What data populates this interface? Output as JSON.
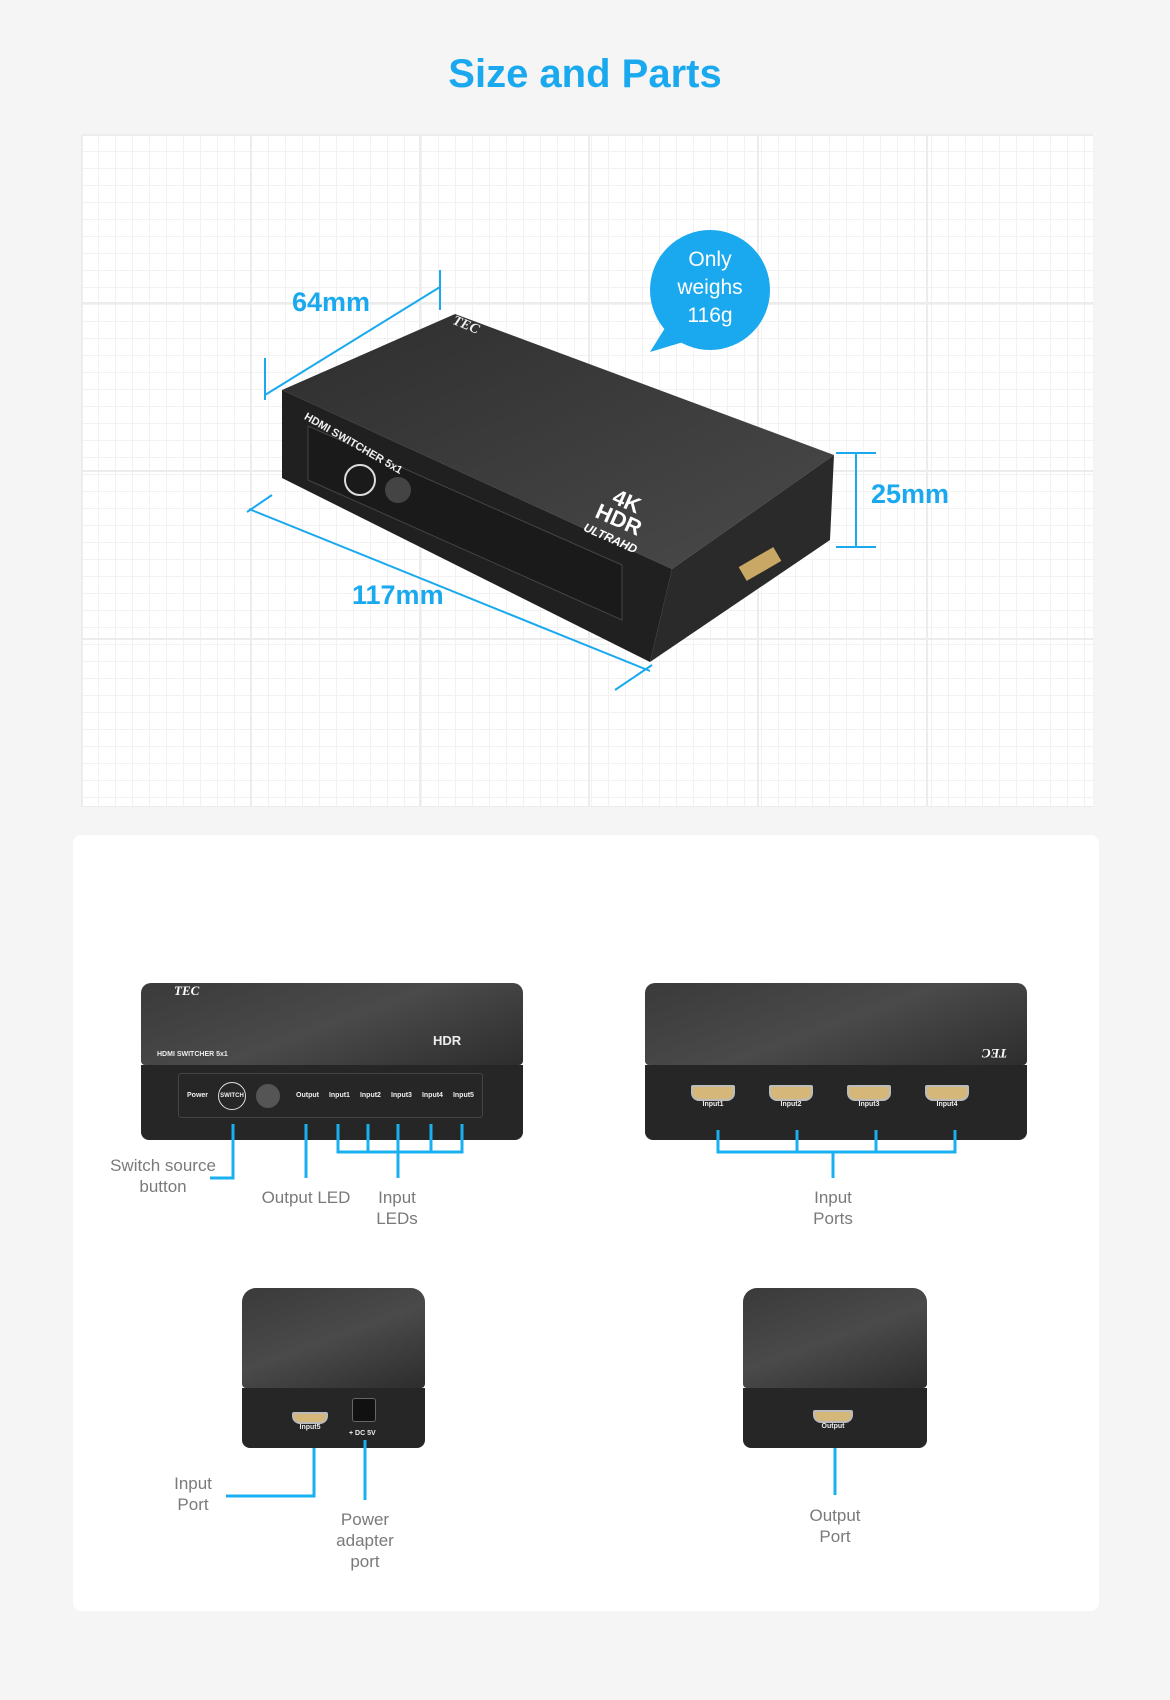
{
  "title": "Size and Parts",
  "dimensions": {
    "width": "64mm",
    "length": "117mm",
    "height": "25mm"
  },
  "weight_bubble": {
    "line1": "Only",
    "line2": "weighs",
    "line3": "116g"
  },
  "device": {
    "brand": "TEC",
    "model": "HDMI SWITCHER 5x1",
    "badge_top": "4K",
    "badge_mid": "HDR",
    "badge_bottom": "ULTRAHD",
    "power": "Power",
    "switch": "SWITCH",
    "leds": [
      "Output",
      "Input1",
      "Input2",
      "Input3",
      "Input4",
      "Input5"
    ],
    "back_ports": [
      "Input1",
      "Input2",
      "Input3",
      "Input4"
    ],
    "side_port": "Input5",
    "dc": "+ DC 5V",
    "output_port": "Output"
  },
  "callouts": {
    "switch_button": "Switch source button",
    "output_led": "Output LED",
    "input_leds": "Input LEDs",
    "input_ports": "Input Ports",
    "input_port": "Input Port",
    "power_port": "Power adapter port",
    "output_port": "Output Port"
  },
  "colors": {
    "accent": "#1aa9ef",
    "background": "#f5f5f5"
  }
}
